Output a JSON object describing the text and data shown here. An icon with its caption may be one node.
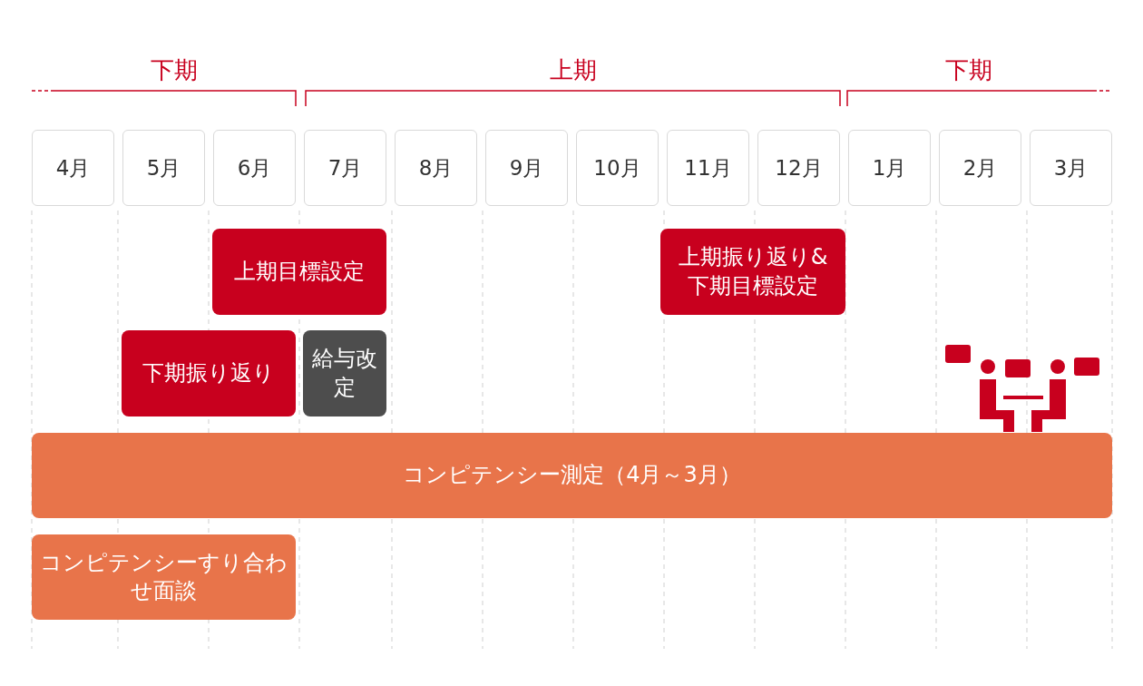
{
  "diagram": {
    "nodes": [
      {
        "text": [
          "4月"
        ]
      },
      {
        "text": [
          "5月"
        ]
      },
      {
        "text": [
          "6月"
        ]
      },
      {
        "text": [
          "7月"
        ]
      },
      {
        "text": [
          "8月"
        ]
      },
      {
        "text": [
          "9月"
        ]
      },
      {
        "text": [
          "10月"
        ]
      },
      {
        "text": [
          "11月"
        ]
      },
      {
        "text": [
          "12月"
        ]
      },
      {
        "text": [
          "1月"
        ]
      },
      {
        "text": [
          "2月"
        ]
      },
      {
        "text": [
          "3月"
        ]
      },
      {
        "text": [
          "上期目標設定"
        ]
      },
      {
        "text": [
          "上期振り返り&下期目標設定"
        ]
      },
      {
        "text": [
          "下期振り返り"
        ]
      },
      {
        "text": [
          "給与改定"
        ]
      },
      {
        "text": [
          "コンピテンシー測定（4月～3月）"
        ]
      },
      {
        "text": [
          "コンピテンシーすり合わせ面談"
        ]
      }
    ],
    "labels": [
      "下期",
      "上期",
      "下期"
    ]
  }
}
